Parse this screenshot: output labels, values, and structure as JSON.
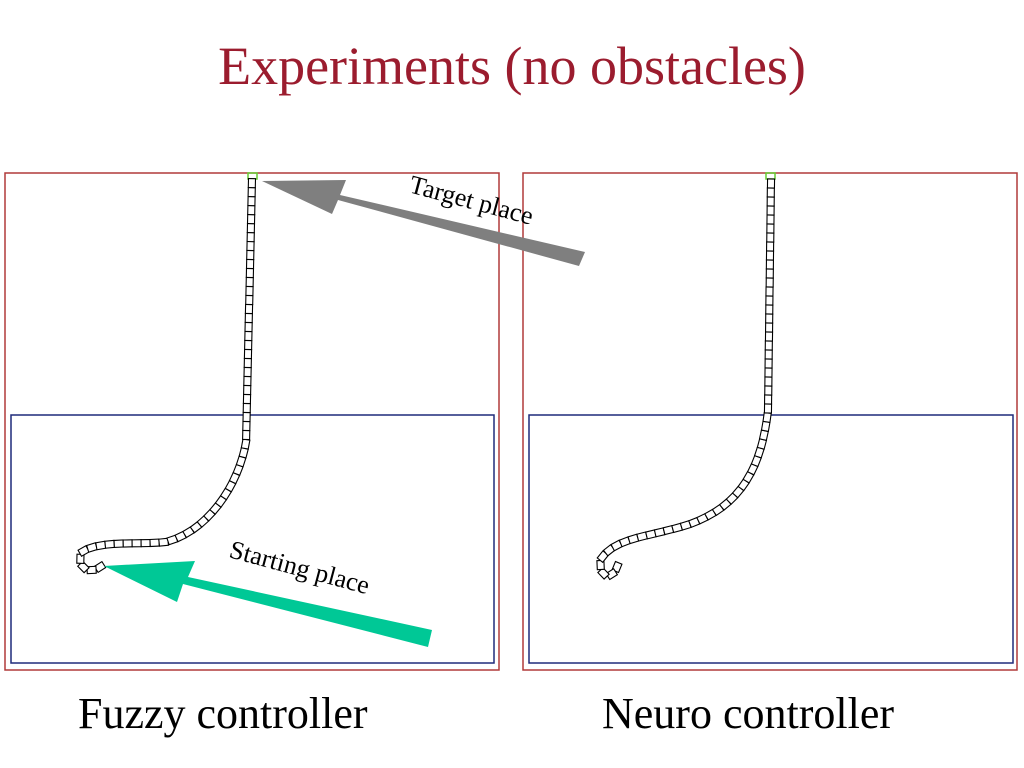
{
  "slide": {
    "title": "Experiments (no obstacles)"
  },
  "panels": [
    {
      "caption": "Fuzzy controller"
    },
    {
      "caption": "Neuro controller"
    }
  ],
  "annotations": {
    "target_label": "Target place",
    "start_label": "Starting place"
  },
  "colors": {
    "title": "#9b1c2e",
    "outer_frame": "#b03a3a",
    "inner_frame": "#1f2a7a",
    "target_arrow": "#7f7f7f",
    "start_arrow": "#00c896",
    "robot_outline": "#000000",
    "target_marker": "#66cc33"
  }
}
